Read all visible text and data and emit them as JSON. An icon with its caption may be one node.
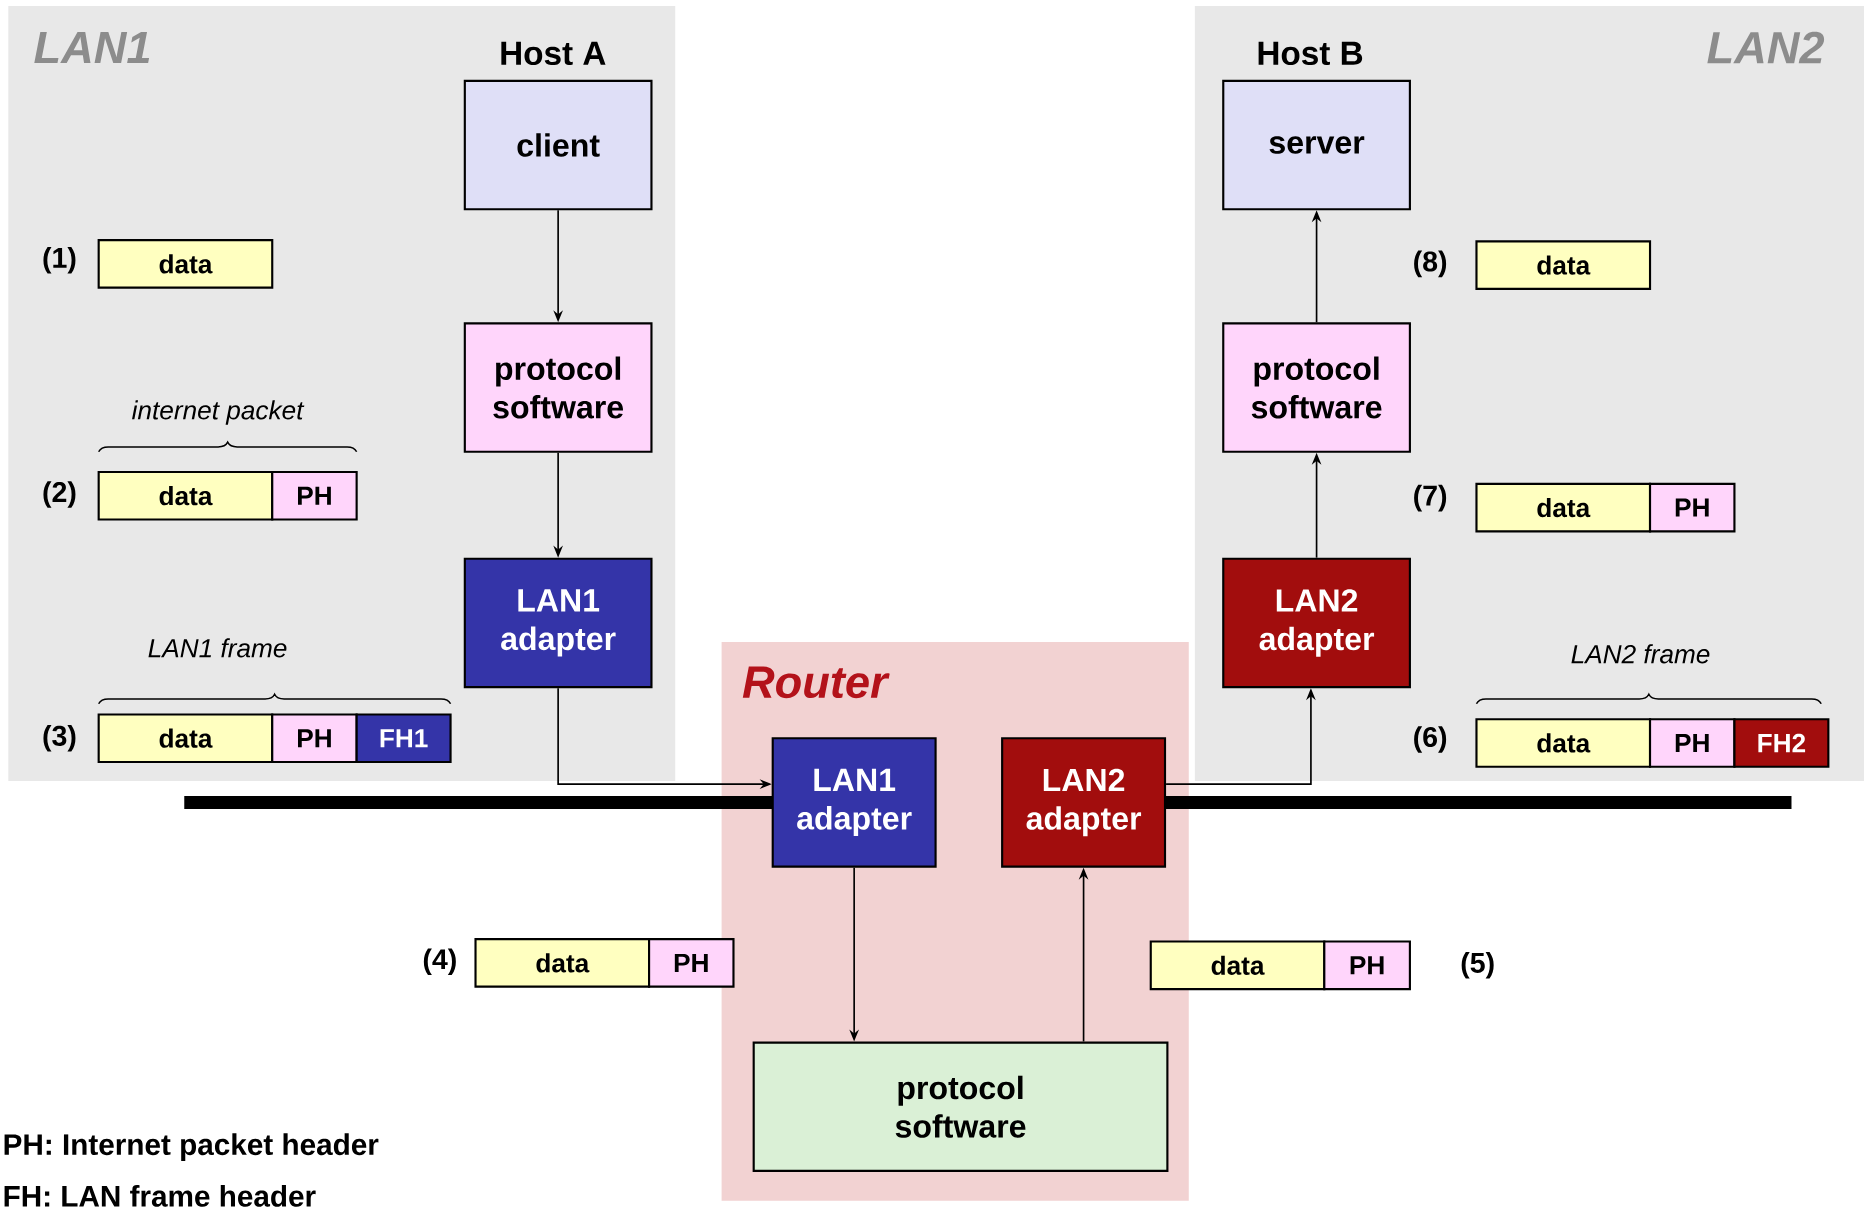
{
  "diagram": {
    "nodes": [
      {
        "text": [
          "LAN1"
        ]
      },
      {
        "text": [
          "client"
        ],
        "beside": [
          "Host A"
        ],
        "in": 0
      },
      {
        "text": [
          "protocol software"
        ],
        "in": 0
      },
      {
        "text": [
          "LAN1 adapter"
        ],
        "in": 0
      },
      {
        "text": [
          "data"
        ],
        "beside": [
          "(1)"
        ],
        "in": 0
      },
      {
        "text": [
          "data"
        ],
        "beside": [
          "(2)"
        ],
        "in": 0
      },
      {
        "text": [
          "PH"
        ],
        "in": 0
      },
      {
        "text": [
          "data"
        ],
        "beside": [
          "(3)"
        ],
        "in": 0
      },
      {
        "text": [
          "PH"
        ],
        "in": 0
      },
      {
        "text": [
          "FH1"
        ],
        "in": 0
      },
      {
        "text": [
          "LAN2"
        ]
      },
      {
        "text": [
          "server"
        ],
        "beside": [
          "Host B"
        ],
        "in": 10
      },
      {
        "text": [
          "protocol software"
        ],
        "in": 10
      },
      {
        "text": [
          "LAN2 adapter"
        ],
        "in": 10
      },
      {
        "text": [
          "data"
        ],
        "beside": [
          "(8)"
        ],
        "in": 10
      },
      {
        "text": [
          "data"
        ],
        "beside": [
          "(7)"
        ],
        "in": 10
      },
      {
        "text": [
          "PH"
        ],
        "in": 10
      },
      {
        "text": [
          "data"
        ],
        "beside": [
          "(6)"
        ],
        "in": 10
      },
      {
        "text": [
          "PH"
        ],
        "in": 10
      },
      {
        "text": [
          "FH2"
        ],
        "in": 10
      },
      {
        "text": [
          "Router"
        ]
      },
      {
        "text": [
          "LAN1 adapter"
        ],
        "in": 20
      },
      {
        "text": [
          "LAN2 adapter"
        ],
        "in": 20
      },
      {
        "text": [
          "protocol software"
        ],
        "in": 20
      },
      {
        "text": [
          "data"
        ],
        "beside": [
          "(4)"
        ]
      },
      {
        "text": [
          "PH"
        ]
      },
      {
        "text": [
          "data"
        ]
      },
      {
        "text": [
          "PH"
        ],
        "beside": [
          "(5)"
        ]
      }
    ],
    "edges": [
      {
        "from": 1,
        "to": 2,
        "arrow": "to"
      },
      {
        "from": 2,
        "to": 3,
        "arrow": "to"
      },
      {
        "from": 3,
        "to": 21,
        "arrow": "to"
      },
      {
        "from": 21,
        "to": 23,
        "arrow": "to"
      },
      {
        "from": 23,
        "to": 22,
        "arrow": "to"
      },
      {
        "from": 22,
        "to": 13,
        "arrow": "to"
      },
      {
        "from": 13,
        "to": 12,
        "arrow": "to"
      },
      {
        "from": 12,
        "to": 11,
        "arrow": "to"
      }
    ],
    "labels": [
      "internet packet",
      "LAN1 frame",
      "LAN2 frame",
      "PH: Internet packet header",
      "FH: LAN frame header"
    ]
  }
}
